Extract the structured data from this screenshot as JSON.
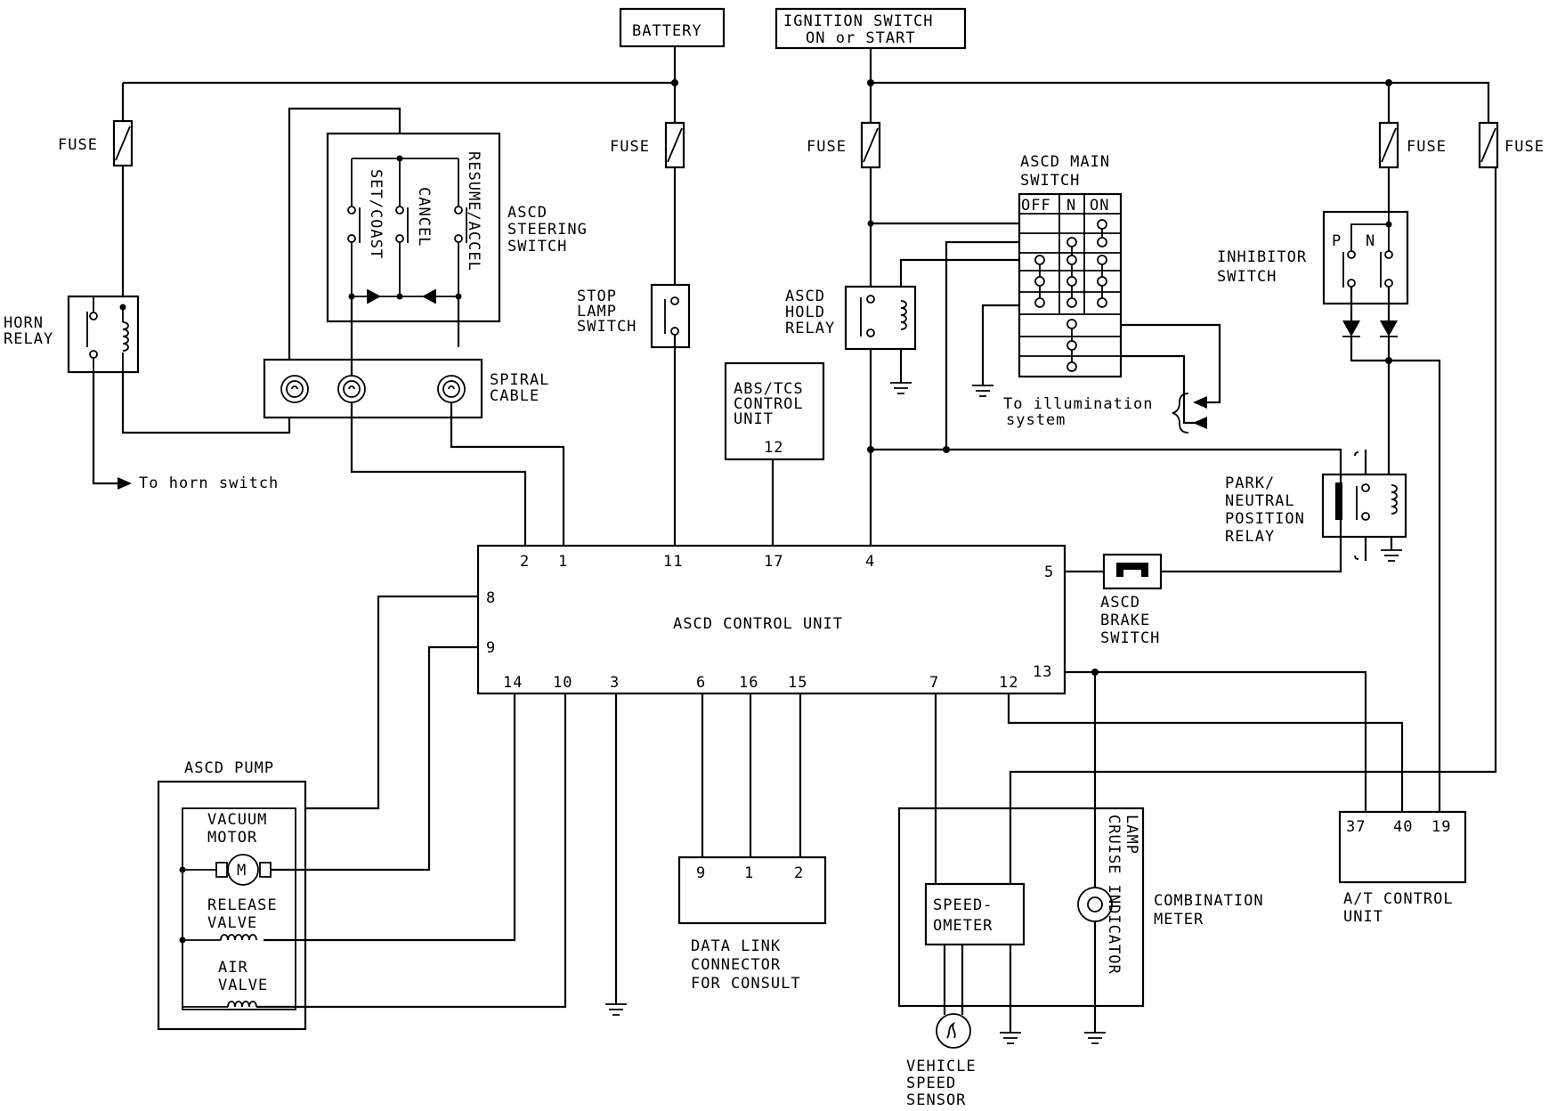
{
  "labels": {
    "battery": "BATTERY",
    "ignition_1": "IGNITION SWITCH",
    "ignition_2": "ON or START",
    "fuse": "FUSE",
    "horn_relay_1": "HORN",
    "horn_relay_2": "RELAY",
    "to_horn_switch": "To horn switch",
    "set_coast": "SET/COAST",
    "cancel": "CANCEL",
    "resume_accel": "RESUME/ACCEL",
    "steering_1": "ASCD",
    "steering_2": "STEERING",
    "steering_3": "SWITCH",
    "spiral_1": "SPIRAL",
    "spiral_2": "CABLE",
    "stop_1": "STOP",
    "stop_2": "LAMP",
    "stop_3": "SWITCH",
    "abs_1": "ABS/TCS",
    "abs_2": "CONTROL",
    "abs_3": "UNIT",
    "abs_pin": "12",
    "hold_1": "ASCD",
    "hold_2": "HOLD",
    "hold_3": "RELAY",
    "main_switch_1": "ASCD MAIN",
    "main_switch_2": "SWITCH",
    "off": "OFF",
    "n": "N",
    "on": "ON",
    "illum_1": "To illumination",
    "illum_2": "system",
    "inhibitor_1": "INHIBITOR",
    "inhibitor_2": "SWITCH",
    "p": "P",
    "park_1": "PARK/",
    "park_2": "NEUTRAL",
    "park_3": "POSITION",
    "park_4": "RELAY",
    "control_unit": "ASCD CONTROL UNIT",
    "brake_1": "ASCD",
    "brake_2": "BRAKE",
    "brake_3": "SWITCH",
    "pump_title": "ASCD PUMP",
    "vacuum_1": "VACUUM",
    "vacuum_2": "MOTOR",
    "motor_m": "M",
    "release_1": "RELEASE",
    "release_2": "VALVE",
    "air_1": "AIR",
    "air_2": "VALVE",
    "dlc_1": "DATA LINK",
    "dlc_2": "CONNECTOR",
    "dlc_3": "FOR CONSULT",
    "speedo_1": "SPEED-",
    "speedo_2": "OMETER",
    "cruise_1": "CRUISE INDICATOR",
    "cruise_2": "LAMP",
    "combo_1": "COMBINATION",
    "combo_2": "METER",
    "vss_1": "VEHICLE",
    "vss_2": "SPEED",
    "vss_3": "SENSOR",
    "at_1": "A/T CONTROL",
    "at_2": "UNIT"
  },
  "pins": {
    "p2": "2",
    "p1": "1",
    "p11": "11",
    "p17": "17",
    "p4": "4",
    "p5": "5",
    "p8": "8",
    "p9": "9",
    "p14": "14",
    "p10": "10",
    "p3": "3",
    "p6": "6",
    "p16": "16",
    "p15": "15",
    "p7": "7",
    "p12": "12",
    "p13": "13"
  },
  "dlc_pins": {
    "a": "9",
    "b": "1",
    "c": "2"
  },
  "at_pins": {
    "a": "37",
    "b": "40",
    "c": "19"
  }
}
